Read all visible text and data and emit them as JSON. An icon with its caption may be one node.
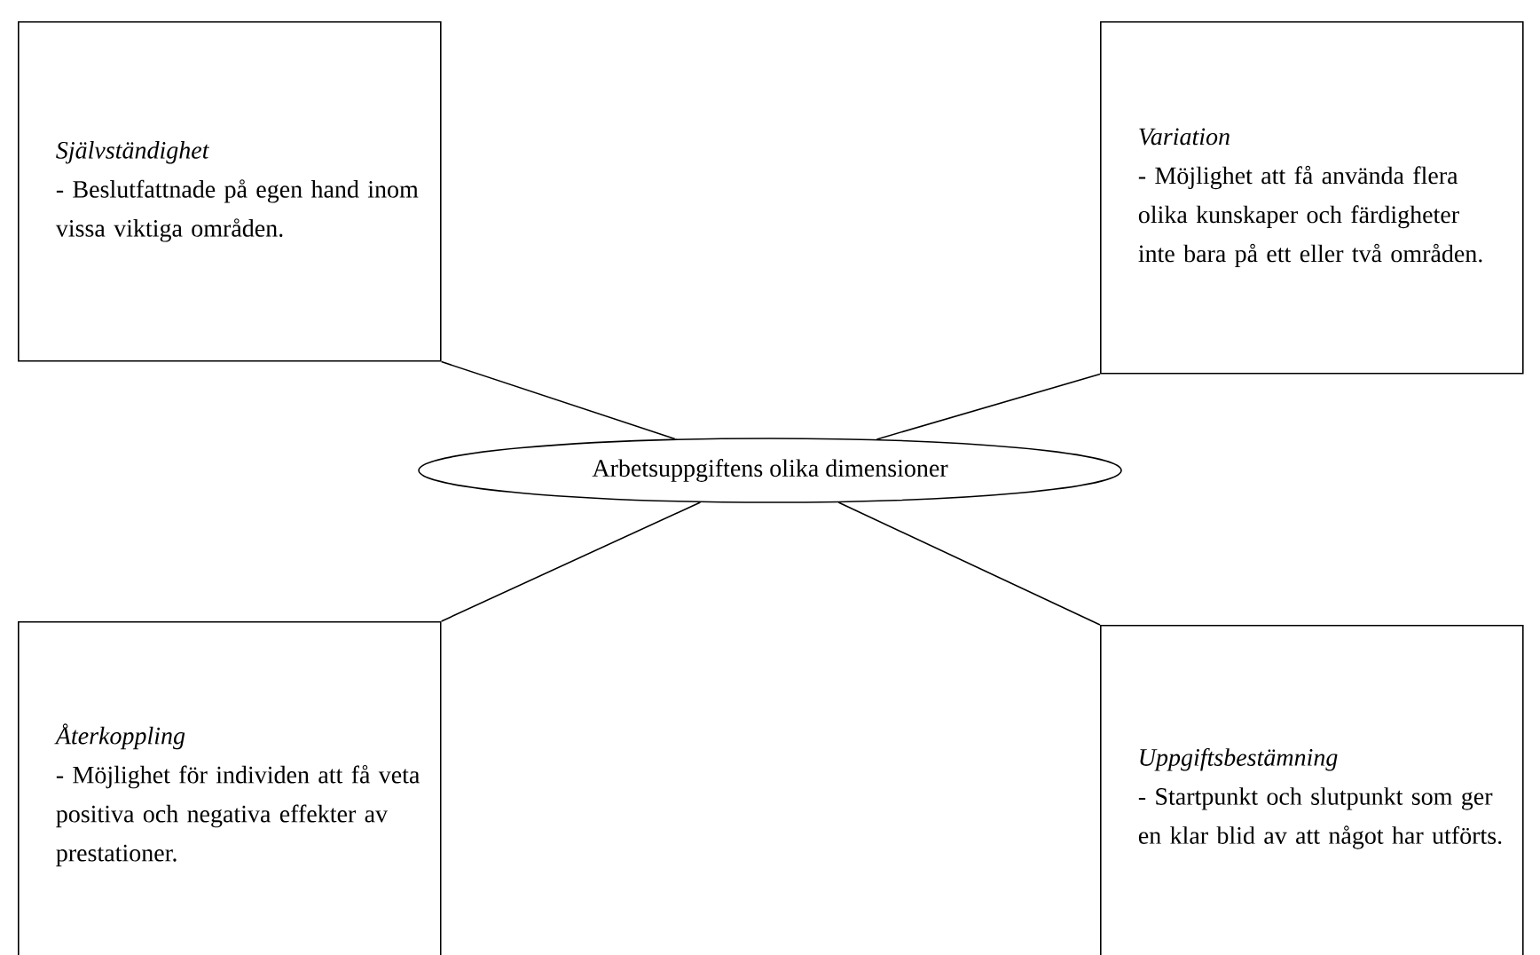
{
  "diagram": {
    "nodes": [
      {
        "text": [
          "Självständighet",
          "- Beslutfattnade på egen hand inom vissa viktiga områden."
        ]
      },
      {
        "text": [
          "Variation",
          "- Möjlighet att få använda flera olika kunskaper och färdigheter inte bara på ett eller två områden."
        ]
      },
      {
        "text": [
          "Arbetsuppgiftens olika dimensioner"
        ]
      },
      {
        "text": [
          "Återkoppling",
          "- Möjlighet för individen att få veta positiva och negativa effekter av prestationer."
        ]
      },
      {
        "text": [
          "Uppgiftsbestämning",
          "- Startpunkt och slutpunkt som ger en klar blid av att något har utförts."
        ]
      }
    ],
    "edges": [
      {
        "from": 2,
        "to": 0,
        "arrow": "none"
      },
      {
        "from": 2,
        "to": 1,
        "arrow": "none"
      },
      {
        "from": 2,
        "to": 3,
        "arrow": "none"
      },
      {
        "from": 2,
        "to": 4,
        "arrow": "none"
      }
    ]
  }
}
